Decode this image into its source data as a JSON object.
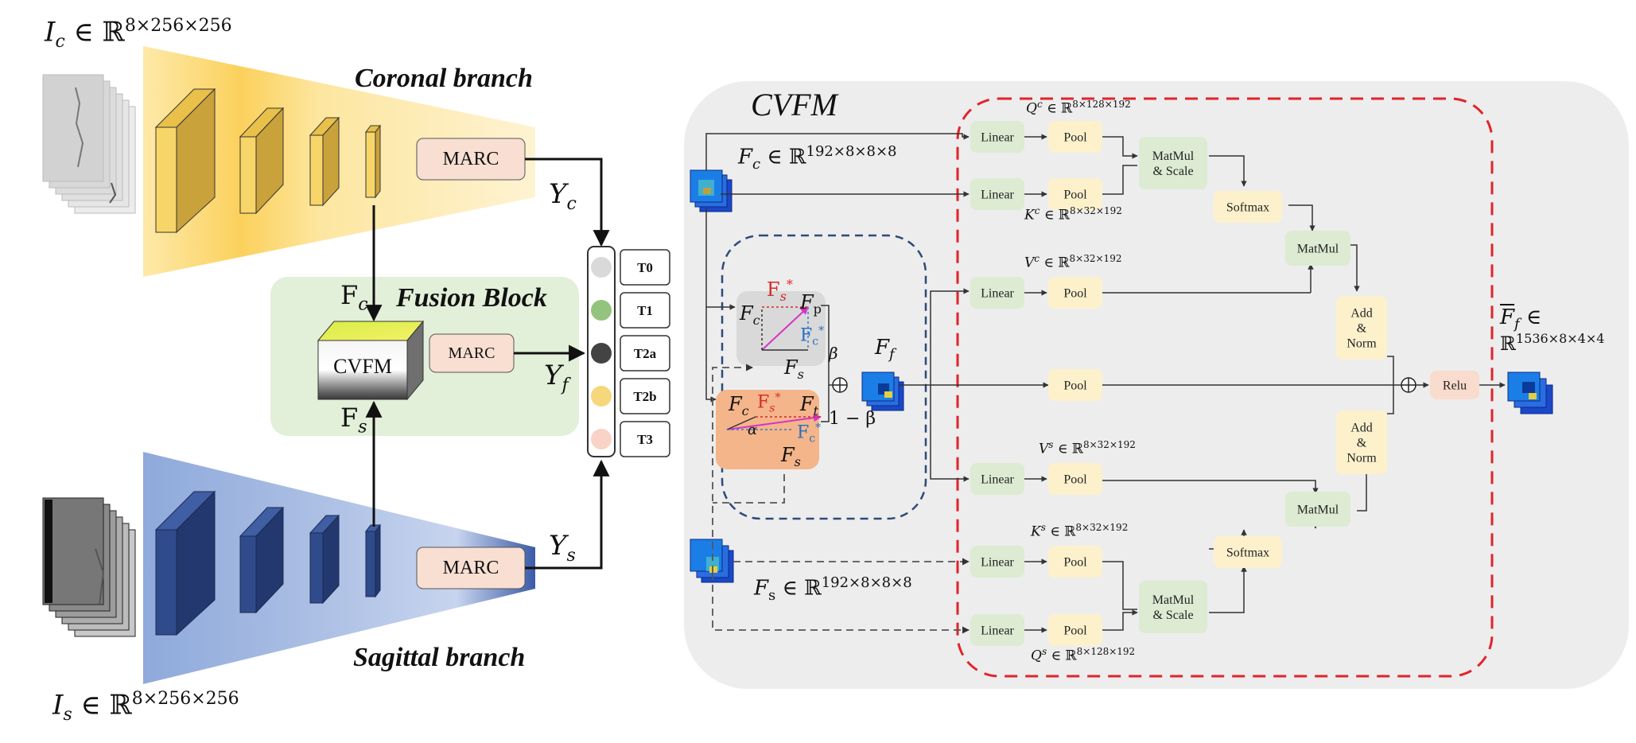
{
  "left": {
    "ic_base": "I",
    "ic_sub": "c",
    "ic_space": "∈ ℝ",
    "ic_sup": "8×256×256",
    "is_base": "I",
    "is_sub": "s",
    "is_space": "∈ ℝ",
    "is_sup": "8×256×256",
    "coronal_title": "Coronal branch",
    "sagittal_title": "Sagittal branch",
    "fusion_title": "Fusion Block",
    "marc_label": "MARC",
    "cvfm_box_label": "CVFM",
    "fc_base": "F",
    "fc_sub": "c",
    "fs_base": "F",
    "fs_sub": "s",
    "yc_base": "Y",
    "yc_sub": "c",
    "yf_base": "Y",
    "yf_sub": "f",
    "ys_base": "Y",
    "ys_sub": "s"
  },
  "classes": [
    {
      "label": "T0",
      "color": "#d9d9d9"
    },
    {
      "label": "T1",
      "color": "#93c47d"
    },
    {
      "label": "T2a",
      "color": "#434343"
    },
    {
      "label": "T2b",
      "color": "#f6d77c"
    },
    {
      "label": "T3",
      "color": "#f8d3c6"
    }
  ],
  "cvfm": {
    "title": "CVFM",
    "fc_in_base": "F",
    "fc_in_sub": "c",
    "fc_in_space": "∈ ℝ",
    "fc_in_sup": "192×8×8×8",
    "fs_in_base": "F",
    "fs_in_sub": "s",
    "fs_in_space": "∈ ℝ",
    "fs_in_sup": "192×8×8×8",
    "linear": "Linear",
    "pool": "Pool",
    "matmul_scale_1": "MatMul",
    "matmul_scale_2": "& Scale",
    "softmax": "Softmax",
    "matmul": "MatMul",
    "addnorm_1": "Add",
    "addnorm_2": "&",
    "addnorm_3": "Norm",
    "relu": "Relu",
    "qc": "Q",
    "qc_sup": "c",
    "qc_space": "∈ ℝ",
    "qc_dims": "8×128×192",
    "kc": "K",
    "kc_sup": "c",
    "kc_space": "∈ ℝ",
    "kc_dims": "8×32×192",
    "vc": "V",
    "vc_sup": "c",
    "vc_space": "∈ ℝ",
    "vc_dims": "8×32×192",
    "vs": "V",
    "vs_sup": "s",
    "vs_space": "∈ ℝ",
    "vs_dims": "8×32×192",
    "ks": "K",
    "ks_sup": "s",
    "ks_space": "∈ ℝ",
    "ks_dims": "8×32×192",
    "qs": "Q",
    "qs_sup": "s",
    "qs_space": "∈ ℝ",
    "qs_dims": "8×128×192",
    "out_base": "F",
    "out_sub": "f",
    "out_space": "∈",
    "out_space2": "ℝ",
    "out_sup": "1536×8×4×4",
    "beta": "β",
    "one_minus_beta": "1 − β",
    "alpha": "α",
    "ff_base": "F",
    "ff_sub": "f",
    "fp_base": "F",
    "fp_sub": "p",
    "ft_base": "F",
    "ft_sub": "t",
    "fc_mini": "F",
    "fc_mini_sub": "c",
    "fs_mini": "F",
    "fs_mini_sub": "s",
    "fs_star": "F",
    "fs_star_sub": "s",
    "fs_star_sup": "*",
    "fc_star": "F",
    "fc_star_sub": "c",
    "fc_star_sup": "*"
  }
}
